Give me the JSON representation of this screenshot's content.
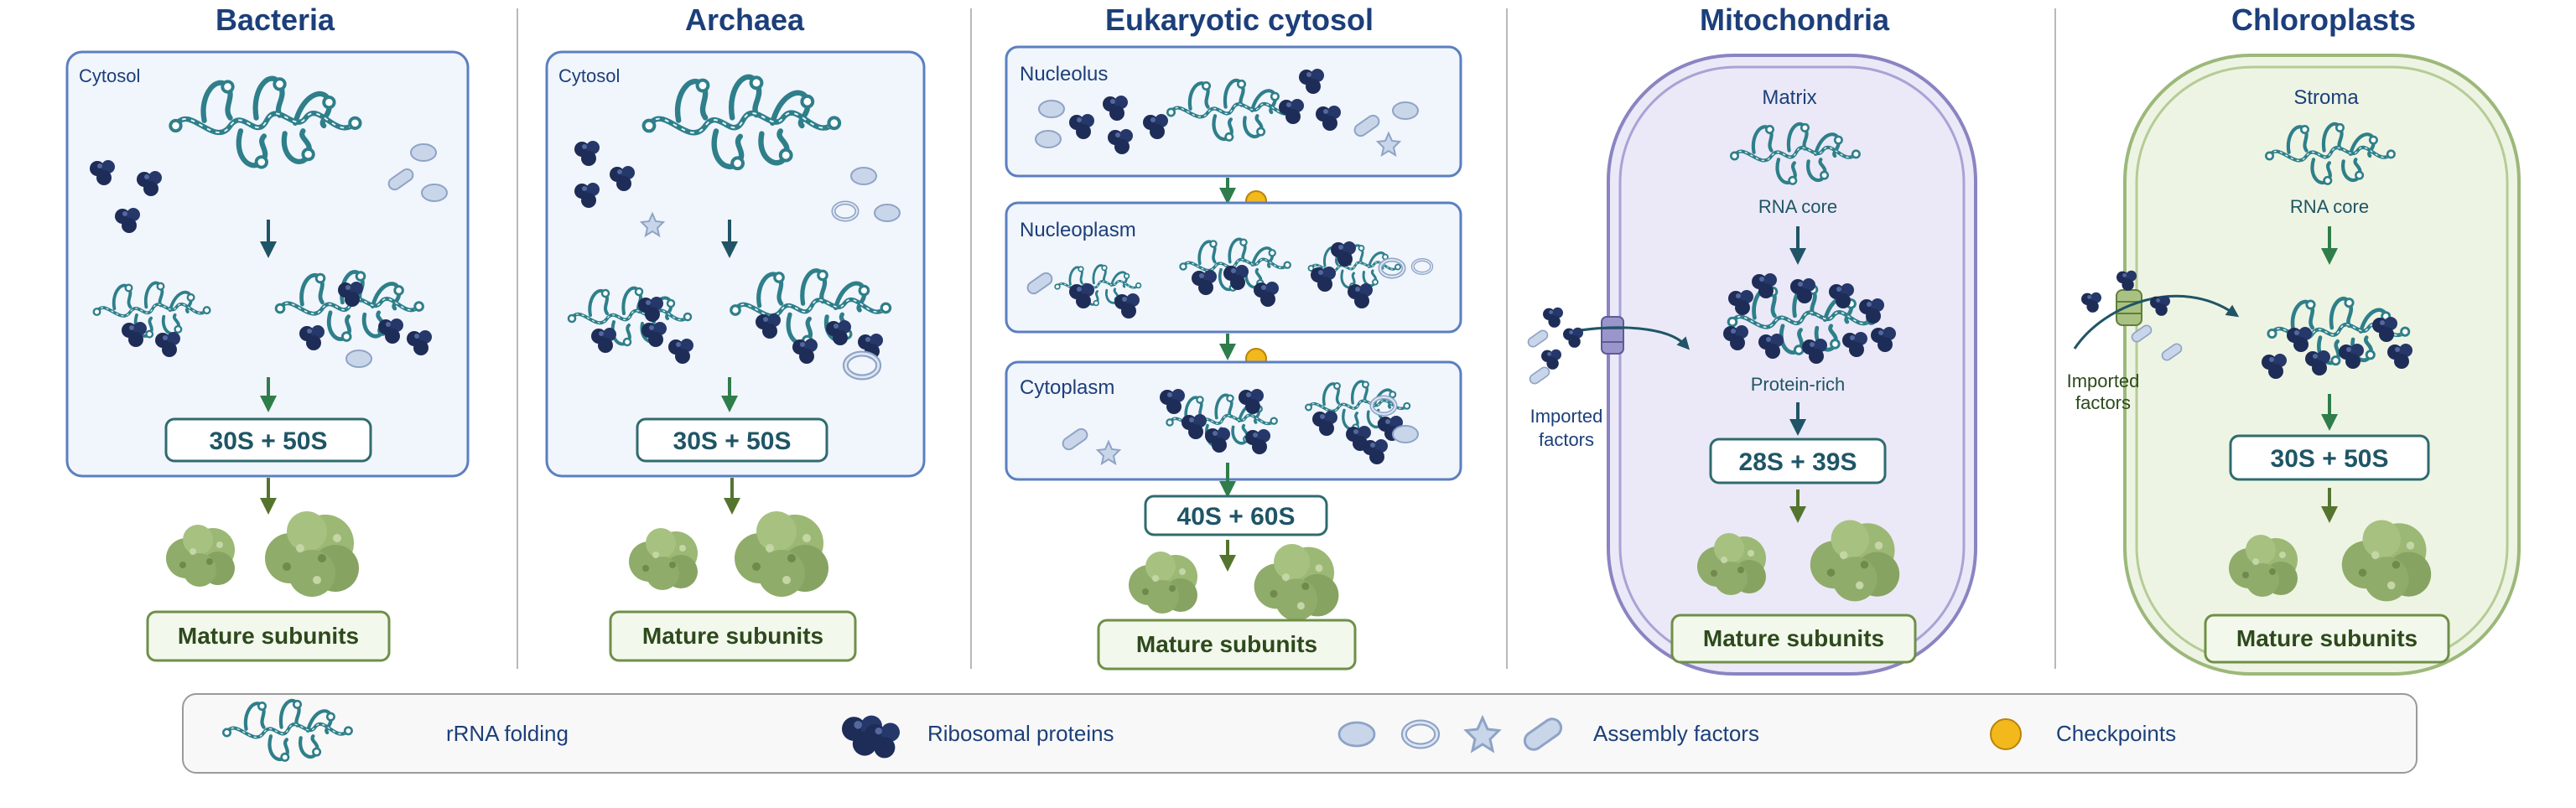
{
  "columns": {
    "bacteria": {
      "title": "Bacteria",
      "compartment": "Cytosol",
      "subunits": "30S + 50S",
      "mature": "Mature subunits"
    },
    "archaea": {
      "title": "Archaea",
      "compartment": "Cytosol",
      "subunits": "30S + 50S",
      "mature": "Mature subunits"
    },
    "eukaryotic": {
      "title": "Eukaryotic cytosol",
      "stages": [
        "Nucleolus",
        "Nucleoplasm",
        "Cytoplasm"
      ],
      "subunits": "40S + 60S",
      "mature": "Mature subunits"
    },
    "mitochondria": {
      "title": "Mitochondria",
      "compartment": "Matrix",
      "core_label": "RNA core",
      "rich_label": "Protein-rich",
      "imported_line1": "Imported",
      "imported_line2": "factors",
      "subunits": "28S + 39S",
      "mature": "Mature subunits"
    },
    "chloroplasts": {
      "title": "Chloroplasts",
      "compartment": "Stroma",
      "core_label": "RNA core",
      "imported_line1": "Imported",
      "imported_line2": "factors",
      "subunits": "30S + 50S",
      "mature": "Mature subunits"
    }
  },
  "legend": {
    "rrna": "rRNA  folding",
    "proteins": "Ribosomal proteins",
    "factors": "Assembly factors",
    "checkpoints": "Checkpoints"
  },
  "colors": {
    "title": "#1c3f7a",
    "panel_border": "#5b7fc0",
    "panel_fill": "#f1f5fc",
    "rna": "#2e7f8a",
    "protein": "#1e2d57",
    "factor": "#c9d6ea",
    "checkpoint": "#f2b81c",
    "arrow_blue": "#1f5566",
    "arrow_green": "#2f7d4b",
    "mature_green": "#8fac6a",
    "mito_fill": "#ebe9f7",
    "mito_border": "#8a84c2",
    "chloro_fill": "#eef4e3",
    "chloro_border": "#9cb87a"
  }
}
